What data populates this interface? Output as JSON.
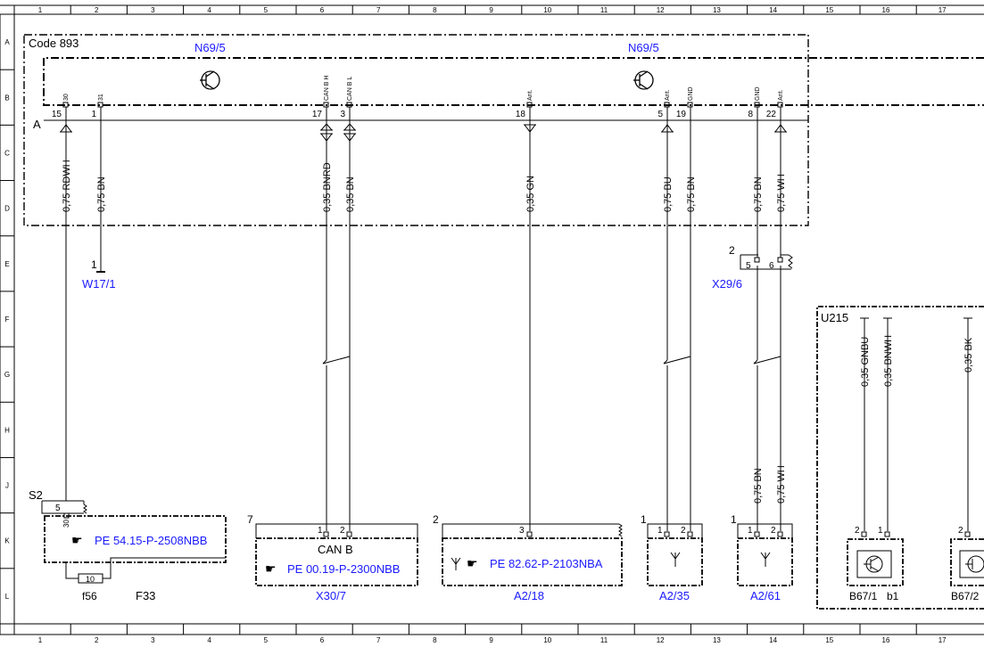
{
  "grid": {
    "columns": [
      "1",
      "2",
      "3",
      "4",
      "5",
      "6",
      "7",
      "8",
      "9",
      "10",
      "11",
      "12",
      "13",
      "14",
      "15",
      "16",
      "17"
    ],
    "rows": [
      "A",
      "B",
      "C",
      "D",
      "E",
      "F",
      "G",
      "H",
      "J",
      "K",
      "L"
    ]
  },
  "header": {
    "code": "Code 893",
    "module_a": "N69/5",
    "module_b": "N69/5",
    "connector_letter": "A"
  },
  "pins": [
    {
      "name": "30",
      "num": "15"
    },
    {
      "name": "31",
      "num": "1"
    },
    {
      "name": "CAN B H",
      "num": "17"
    },
    {
      "name": "CAN B L",
      "num": "3"
    },
    {
      "name": "Ant.",
      "num": "18"
    },
    {
      "name": "Ant.",
      "num": "5"
    },
    {
      "name": "GND",
      "num": "19"
    },
    {
      "name": "GND",
      "num": "8"
    },
    {
      "name": "Ant.",
      "num": "22"
    }
  ],
  "wires": [
    {
      "label": "0,75 RDWH"
    },
    {
      "label": "0,75 BN"
    },
    {
      "label": "0,35 BNRD"
    },
    {
      "label": "0,35 BN"
    },
    {
      "label": "0,35 GN"
    },
    {
      "label": "0,75 BU"
    },
    {
      "label": "0,75 BN"
    },
    {
      "label": "0,75 BN"
    },
    {
      "label": "0,75 WH"
    }
  ],
  "lower_wires": [
    {
      "label": "0,75 BN"
    },
    {
      "label": "0,75 WH"
    }
  ],
  "ground": {
    "pin": "1",
    "name": "W17/1"
  },
  "connector_x29": {
    "num": "2",
    "pin_a": "5",
    "pin_b": "6",
    "name": "X29/6"
  },
  "components": {
    "s2": {
      "label": "S2",
      "pin": "5",
      "pin_name": "30",
      "ref": "PE 54.15-P-2508NBB",
      "fuse": "10",
      "fuse_name": "f56",
      "name": "F33"
    },
    "x30": {
      "num": "7",
      "pin_a": "1",
      "pin_b": "2",
      "bus": "CAN B",
      "ref": "PE 00.19-P-2300NBB",
      "name": "X30/7"
    },
    "a218": {
      "num": "2",
      "pin": "3",
      "ref": "PE 82.62-P-2103NBA",
      "name": "A2/18"
    },
    "a235": {
      "num": "1",
      "pin_a": "1",
      "pin_b": "2",
      "name": "A2/35"
    },
    "a261": {
      "num": "1",
      "pin_a": "1",
      "pin_b": "2",
      "name": "A2/61"
    }
  },
  "u215": {
    "label": "U215",
    "wires": [
      {
        "label": "0,35 GNBU"
      },
      {
        "label": "0,35 BNWH"
      },
      {
        "label": "0,35 BK"
      }
    ],
    "b67_1": {
      "pin_a": "2",
      "pin_b": "1",
      "name": "B67/1",
      "sub": "b1"
    },
    "b67_2": {
      "pin_a": "2",
      "name": "B67/2"
    }
  }
}
